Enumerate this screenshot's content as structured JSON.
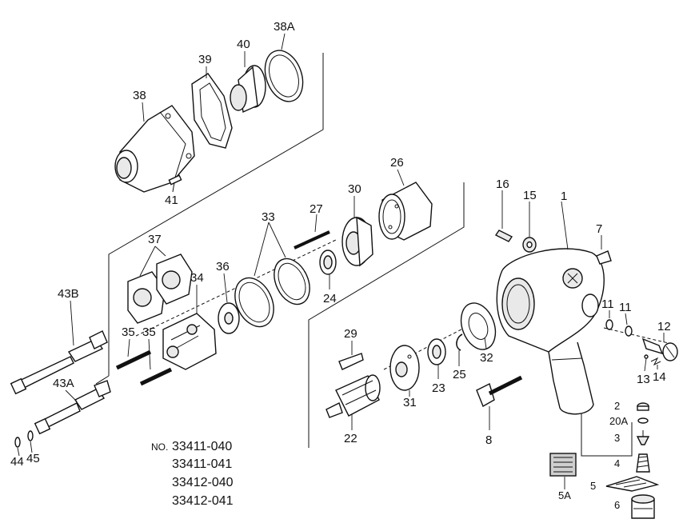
{
  "diagram": {
    "model_prefix": "NO.",
    "model_numbers": [
      "33411-040",
      "33411-041",
      "33412-040",
      "33412-041"
    ],
    "part_labels": {
      "p1": "1",
      "p2": "2",
      "p3": "3",
      "p4": "4",
      "p5": "5",
      "p5a": "5A",
      "p6": "6",
      "p7": "7",
      "p8": "8",
      "p11a": "11",
      "p11b": "11",
      "p12": "12",
      "p13": "13",
      "p14": "14",
      "p15": "15",
      "p16": "16",
      "p20a": "20A",
      "p22": "22",
      "p23": "23",
      "p24": "24",
      "p25": "25",
      "p26": "26",
      "p27": "27",
      "p29": "29",
      "p30": "30",
      "p31": "31",
      "p32": "32",
      "p33": "33",
      "p34": "34",
      "p35a": "35",
      "p35b": "35",
      "p36": "36",
      "p37": "37",
      "p38": "38",
      "p38a": "38A",
      "p39": "39",
      "p40": "40",
      "p41": "41",
      "p43a": "43A",
      "p43b": "43B",
      "p44": "44",
      "p45": "45"
    }
  }
}
